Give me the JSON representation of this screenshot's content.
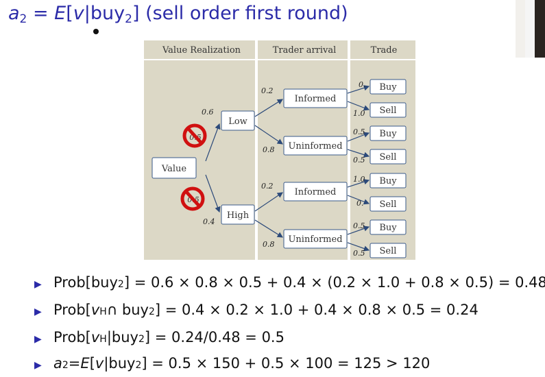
{
  "title": {
    "a": "a",
    "a_sub": "2",
    "eq": " = ",
    "E": "E",
    "open": "[",
    "v": "v",
    "bar": "|",
    "buy": "buy",
    "buy_sub": "2",
    "close": "]",
    "note": " (sell order first round)"
  },
  "figure": {
    "headers": [
      "Value Realization",
      "Trader arrival",
      "Trade"
    ],
    "root": "Value",
    "low": "Low",
    "high": "High",
    "prob_low": "0.6",
    "prob_high": "0.4",
    "struck_upper": "0.5",
    "struck_lower": "0.5",
    "trader_nodes": [
      {
        "label": "Informed",
        "prob": "0.2"
      },
      {
        "label": "Uninformed",
        "prob": "0.8"
      },
      {
        "label": "Informed",
        "prob": "0.2"
      },
      {
        "label": "Uninformed",
        "prob": "0.8"
      }
    ],
    "trade_nodes": [
      {
        "label": "Buy",
        "prob": "0."
      },
      {
        "label": "Sell",
        "prob": "1.0"
      },
      {
        "label": "Buy",
        "prob": "0.5"
      },
      {
        "label": "Sell",
        "prob": "0.5"
      },
      {
        "label": "Buy",
        "prob": "1.0"
      },
      {
        "label": "Sell",
        "prob": "0."
      },
      {
        "label": "Buy",
        "prob": "0.5"
      },
      {
        "label": "Sell",
        "prob": "0.5"
      }
    ],
    "colors": {
      "background": "#dcd8c6",
      "node_fill": "#ffffff",
      "node_border": "#3a5a8a",
      "header_text": "#333333",
      "forbid": "#d01010"
    }
  },
  "bullets": [
    {
      "pre": "Prob[buy",
      "sub": "2",
      "post": "] = 0.6 × 0.8 × 0.5 + 0.4 × (0.2 × 1.0 + 0.8 × 0.5) = 0.48"
    },
    {
      "pre": "Prob[",
      "v": "v",
      "sup": "H",
      "mid": " ∩ buy",
      "sub": "2",
      "post": "] = 0.4 × 0.2 × 1.0 + 0.4 × 0.8 × 0.5 = 0.24"
    },
    {
      "pre": "Prob[",
      "v": "v",
      "sup": "H",
      "mid": "|buy",
      "sub": "2",
      "post": "] = 0.24/0.48 = 0.5"
    },
    {
      "a": "a",
      "a_sub": "2",
      "eq": " = ",
      "E": "E",
      "open": "[",
      "v": "v",
      "mid": "|buy",
      "sub": "2",
      "post": "] = 0.5 × 150 + 0.5 × 100 = 125 > 120"
    }
  ]
}
